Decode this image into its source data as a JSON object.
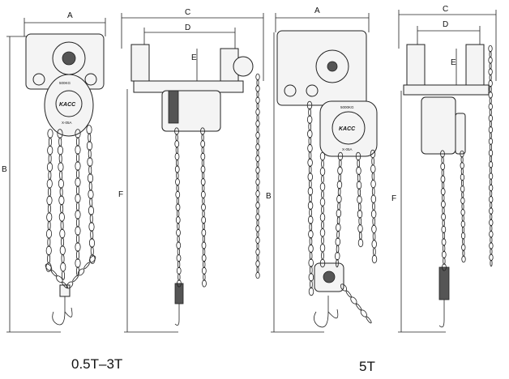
{
  "dimensions": {
    "a": "A",
    "b": "B",
    "c": "C",
    "d": "D",
    "e": "E",
    "f": "F"
  },
  "captions": {
    "small_model": "0.5T–3T",
    "large_model": "5T"
  },
  "logo": {
    "brand": "KACC",
    "capacity_small": "500KG",
    "model_small": "X-05A",
    "capacity_large": "5000KG",
    "model_large": "X-05A"
  }
}
